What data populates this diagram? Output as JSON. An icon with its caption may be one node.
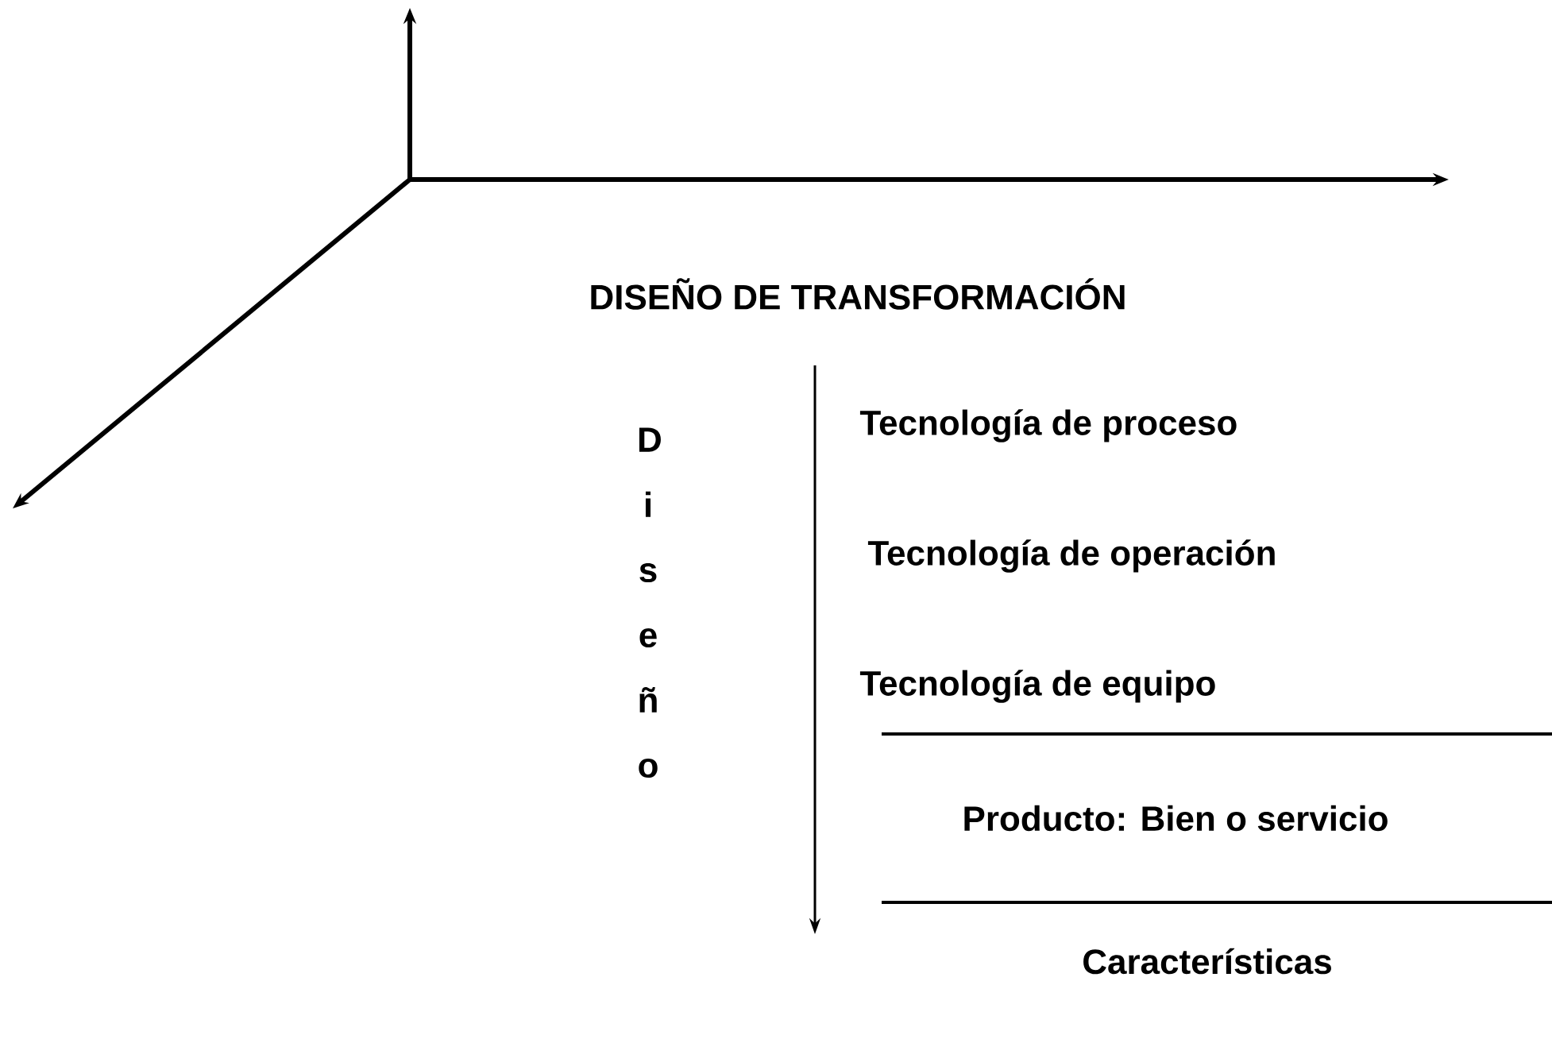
{
  "diagram": {
    "labels": [
      "DISEÑO DE TRANSFORMACIÓN",
      "Diseño",
      "Tecnología de proceso",
      "Tecnología de operación",
      "Tecnología de equipo",
      "Producto: Bien  o  servicio",
      "Características"
    ]
  }
}
